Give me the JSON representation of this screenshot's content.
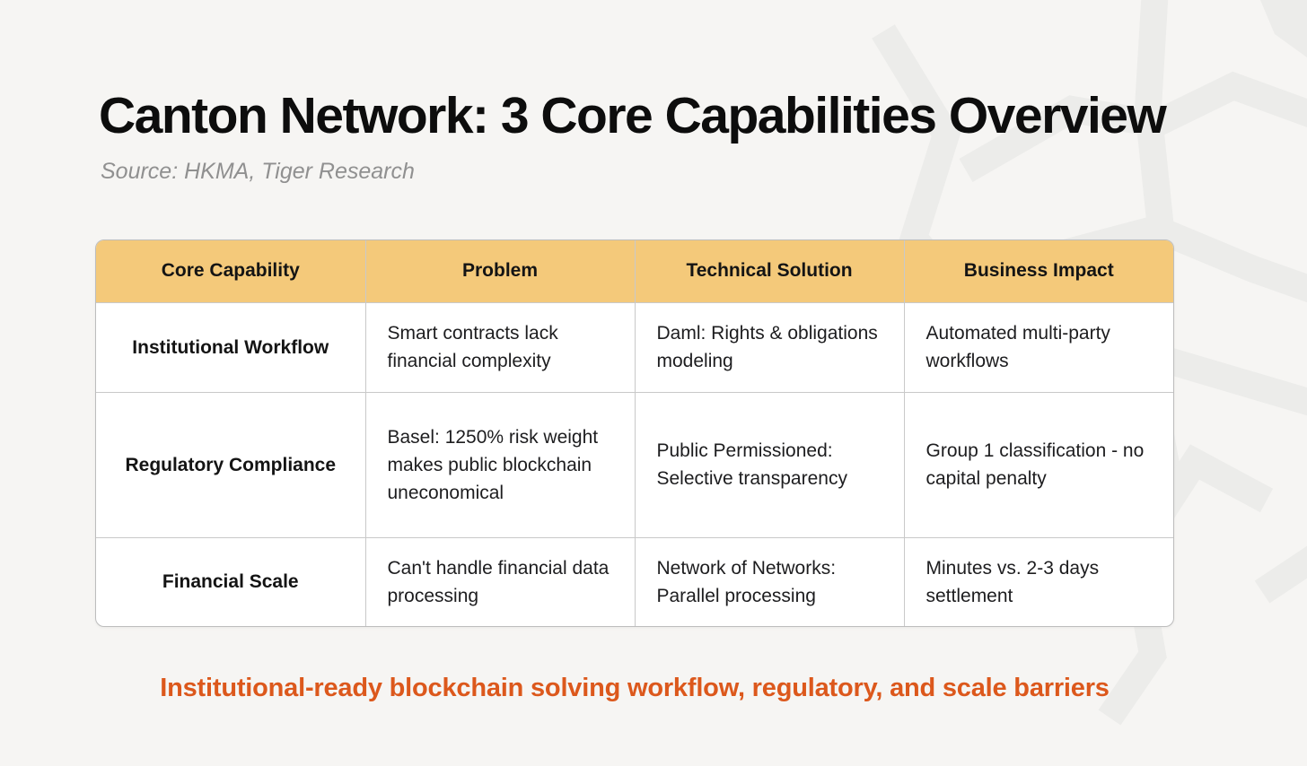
{
  "header": {
    "title": "Canton Network: 3 Core Capabilities Overview",
    "source": "Source: HKMA, Tiger Research"
  },
  "footer": {
    "tagline": "Institutional-ready blockchain solving workflow, regulatory, and scale barriers"
  },
  "colors": {
    "page_background": "#F6F5F3",
    "table_header_background": "#F4C97A",
    "table_outer_border": "#BDBDBD",
    "cell_divider": "#C9C9C9",
    "title_text": "#0D0D0D",
    "body_text": "#1D1D1F",
    "source_text": "#909090",
    "tagline_text": "#DC581C",
    "watermark_gray": "#ECECEA"
  },
  "icons": {
    "watermark": "tiger-geometric-watermark"
  },
  "chart_data": {
    "type": "table",
    "title": "Canton Network: 3 Core Capabilities Overview",
    "source": "Source: HKMA, Tiger Research",
    "columns": [
      "Core Capability",
      "Problem",
      "Technical Solution",
      "Business Impact"
    ],
    "rows": [
      [
        "Institutional Workflow",
        "Smart contracts lack financial complexity",
        "Daml: Rights & obligations modeling",
        "Automated multi-party workflows"
      ],
      [
        "Regulatory Compliance",
        "Basel: 1250% risk weight makes public blockchain uneconomical",
        "Public Permissioned: Selective transparency",
        "Group 1 classification - no capital penalty"
      ],
      [
        "Financial Scale",
        "Can't handle financial data processing",
        "Network of Networks: Parallel processing",
        "Minutes vs. 2-3 days settlement"
      ]
    ],
    "annotation": "Institutional-ready blockchain solving workflow, regulatory, and scale barriers",
    "legend_position": "none",
    "grid": true,
    "header_style": "filled-tan",
    "layout_hint": "4 equal columns; first column bold centered; other columns left-aligned"
  }
}
